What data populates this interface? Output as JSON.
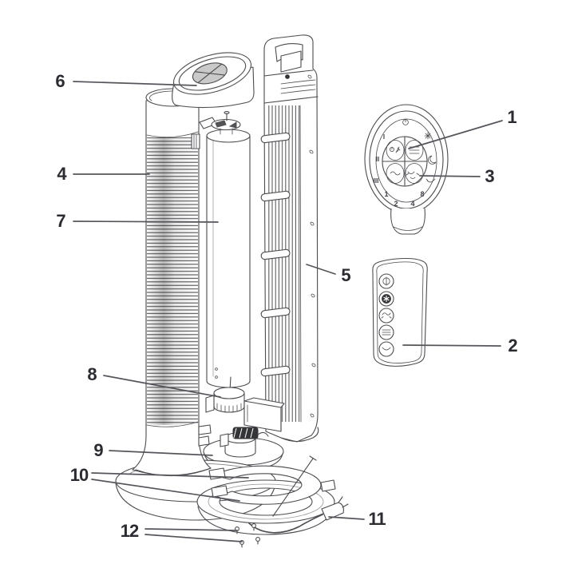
{
  "callouts": [
    {
      "number": "1"
    },
    {
      "number": "2"
    },
    {
      "number": "3"
    },
    {
      "number": "4"
    },
    {
      "number": "5"
    },
    {
      "number": "6"
    },
    {
      "number": "7"
    },
    {
      "number": "8"
    },
    {
      "number": "9"
    },
    {
      "number": "10"
    },
    {
      "number": "11"
    },
    {
      "number": "12"
    }
  ],
  "control_panel": {
    "speed_marks": [
      "I",
      "II",
      "III"
    ],
    "timer_numbers": [
      "1",
      "2",
      "4",
      "8"
    ],
    "indicator_icons": [
      "power-icon",
      "sun-icon",
      "moon-icon",
      "swing-mark-icon"
    ],
    "button_icons": [
      "power-speed-icon",
      "mode-icon",
      "breeze-icon",
      "oscillation-icon"
    ]
  },
  "remote_control": {
    "button_icons": [
      "power-icon",
      "fan-speed-icon",
      "oscillation-icon",
      "mode-icon",
      "timer-icon"
    ]
  },
  "colors": {
    "line_art": "#4b4c50",
    "labels": "#2b2c31",
    "leader_lines": "#55565b",
    "dark_accents": "#343538",
    "cap_button_fill": "#c9c9c9",
    "background": "#ffffff"
  }
}
